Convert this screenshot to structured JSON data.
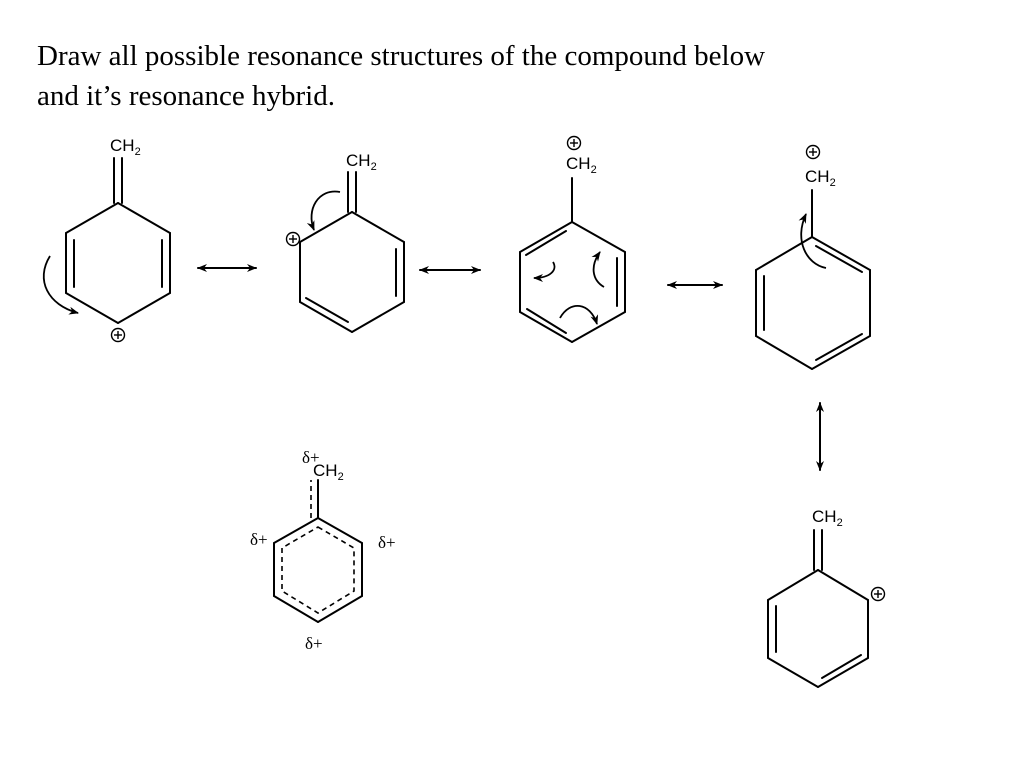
{
  "question": {
    "line1": "Draw all possible resonance structures of the compound below",
    "line2": "and it’s resonance hybrid."
  },
  "labels": {
    "ch2": "CH",
    "ch2_subscript": "2",
    "positive_charge": "+",
    "partial_positive": "δ+"
  },
  "structures": [
    {
      "id": "resonance-1",
      "charge_position": "para carbon"
    },
    {
      "id": "resonance-2",
      "charge_position": "ortho carbon"
    },
    {
      "id": "resonance-3",
      "charge_position": "CH2 (benzylic)"
    },
    {
      "id": "resonance-4",
      "charge_position": "CH2 (benzylic)"
    },
    {
      "id": "resonance-5",
      "charge_position": "ortho carbon"
    },
    {
      "id": "resonance-hybrid",
      "partial_charges": [
        "CH2",
        "ortho",
        "ortho",
        "para"
      ]
    }
  ],
  "colors": {
    "ink": "#000000",
    "background": "#ffffff"
  }
}
